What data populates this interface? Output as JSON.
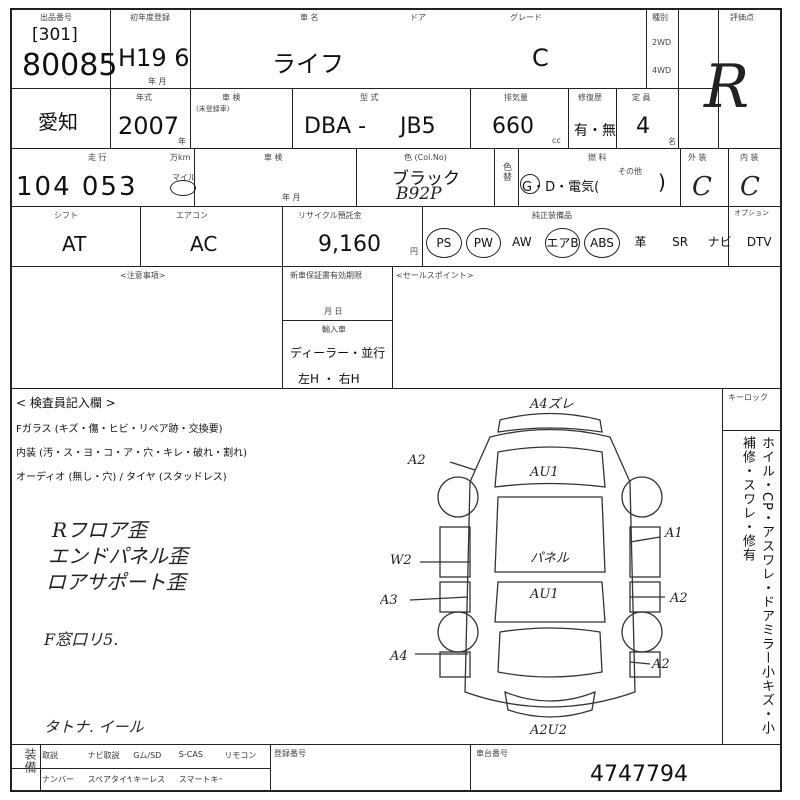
{
  "header": {
    "lot_label": "出品番号",
    "lot_prefix": "[301]",
    "lot_number": "80085",
    "first_reg_label": "初年度登録",
    "first_reg_value": "H19 6",
    "first_reg_unit": "年 月",
    "car_name_label": "車 名",
    "car_name_value": "ライフ",
    "door_label": "ドア",
    "grade_label": "グレード",
    "grade_value": "C",
    "drive_label": "種別",
    "drive_2wd": "2WD",
    "drive_4wd": "4WD",
    "score_label": "評価点",
    "score_value": "R"
  },
  "row2": {
    "region_value": "愛知",
    "year_label": "年式",
    "year_value": "2007",
    "year_unit": "年",
    "expiry_label": "車 検",
    "expiry_note": "(未登録車)",
    "model_label": "型 式",
    "model_prefix": "DBA -",
    "model_code": "JB5",
    "displacement_label": "排気量",
    "displacement_value": "660",
    "displacement_unit": "cc",
    "history_label": "修復歴",
    "history_value": "有・無",
    "capacity_label": "定 員",
    "capacity_value": "4",
    "capacity_unit": "名"
  },
  "row3": {
    "mileage_label": "走 行",
    "mileage_unit_label": "万km",
    "mileage_value": "104 053",
    "mileage_unit": "マイル",
    "inspection_label": "車 検",
    "inspection_unit": "年 月",
    "color_label": "色 (Col.No)",
    "color_value": "ブラック",
    "color_code": "B92P",
    "color_change": "色替",
    "fuel_label": "燃 料",
    "fuel_value": "G・D・電気(",
    "fuel_other": "その他",
    "fuel_close": ")",
    "ext_label": "外 装",
    "ext_value": "C",
    "int_label": "内 装",
    "int_value": "C"
  },
  "row4": {
    "shift_label": "シフト",
    "shift_value": "AT",
    "ac_label": "エアコン",
    "ac_value": "AC",
    "recycle_label": "リサイクル預託金",
    "recycle_value": "9,160",
    "recycle_unit": "円",
    "equip_label": "純正装備品",
    "equip": [
      "PS",
      "PW",
      "AW",
      "エアB",
      "ABS",
      "革",
      "SR",
      "ナビ",
      "DTV"
    ],
    "equip_circled": [
      true,
      true,
      false,
      true,
      true,
      false,
      false,
      false,
      false
    ],
    "options_label": "オプション"
  },
  "row5": {
    "notes_label": "<注意事項>",
    "warranty_label": "新車保証書有効期限",
    "warranty_unit": "月 日",
    "import_label": "輸入車",
    "import_value": "ディーラー・並行",
    "steering_value": "左H ・ 右H",
    "sales_label": "<セールスポイント>"
  },
  "inspection": {
    "section_label": "< 検査員記入欄 >",
    "line1": "Fガラス (キズ・傷・ヒビ・リペア跡・交換要)",
    "line2": "内装 (汚・ス・ヨ・コ・ア・穴・キレ・破れ・割れ)",
    "line3": "オーディオ (無し・穴) / タイヤ (スタッドレス)",
    "keyless_label": "キーロック",
    "handwritten_notes": [
      "Rフロア歪",
      "エンドパネル歪",
      "ロアサポート歪"
    ],
    "note_extra": "F窓口リ5.",
    "note_bottom": "タトナ. イール",
    "right_vertical": "ホイル・CP・アスワレ・ドアミラー小キズ・小補修・スワレ・修有"
  },
  "diagram": {
    "labels": [
      "A4ズレ",
      "A2",
      "AU1",
      "A1",
      "W2",
      "パネル",
      "AU1",
      "A3",
      "A2",
      "A4",
      "A2",
      "A2U2"
    ]
  },
  "footer": {
    "equip_label": "装備",
    "equip_items_1": [
      "取説",
      "ナビ取説",
      "Gム/SD",
      "S-CAS",
      "リモコン"
    ],
    "equip_items_2": [
      "ナンバー",
      "スペアタイヤ",
      "キーレス",
      "スマートキー"
    ],
    "reg_number_label": "登録番号",
    "chassis_label": "車台番号",
    "chassis_value": "4747794"
  }
}
